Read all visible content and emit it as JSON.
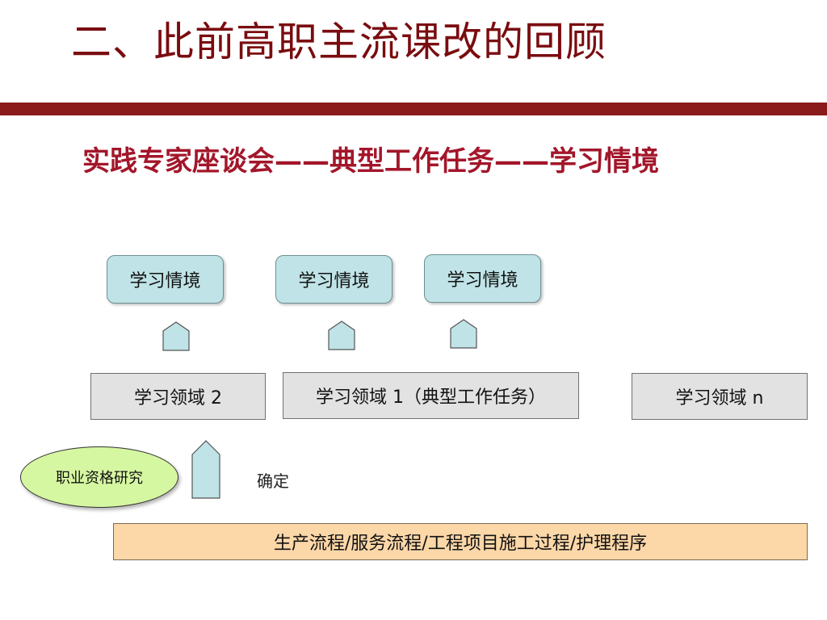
{
  "slide": {
    "title": "二、此前高职主流课改的回顾",
    "subtitle": "实践专家座谈会——典型工作任务——学习情境"
  },
  "learning_contexts": [
    {
      "label": "学习情境"
    },
    {
      "label": "学习情境"
    },
    {
      "label": "学习情境"
    }
  ],
  "learning_domains": [
    {
      "label": "学习领域 2"
    },
    {
      "label": "学习领域 1（典型工作任务）"
    },
    {
      "label": "学习领域 n"
    }
  ],
  "qualification_research": {
    "label": "职业资格研究"
  },
  "confirm_label": "确定",
  "process_bar": {
    "label": "生产流程/服务流程/工程项目施工过程/护理程序"
  },
  "colors": {
    "title": "#7a0c10",
    "title_bar": "#8b1a1a",
    "subtitle": "#a3162a",
    "context_fill": "#bfe3e6",
    "domain_fill": "#e2e2e2",
    "ellipse_fill": "#d6f7a1",
    "process_fill": "#fcd7a8"
  }
}
